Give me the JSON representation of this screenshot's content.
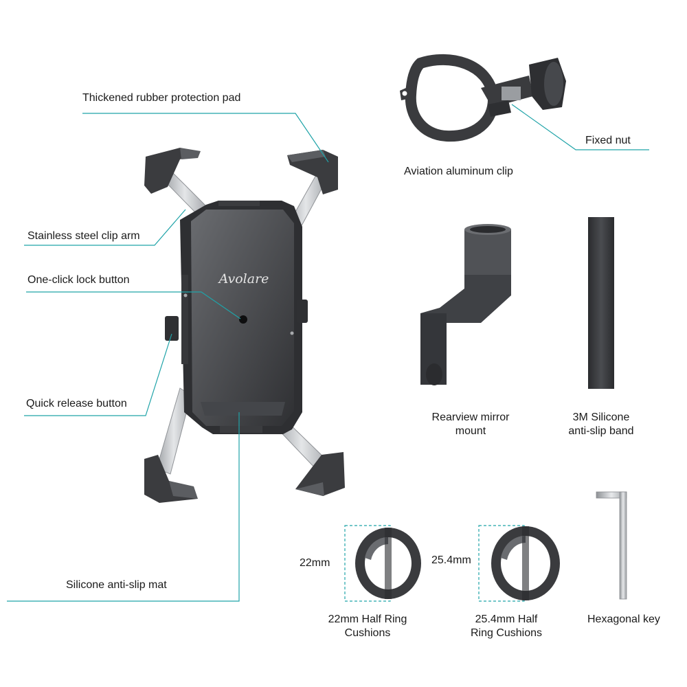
{
  "labels": {
    "pad": "Thickened rubber protection pad",
    "arm": "Stainless steel clip arm",
    "lock": "One-click lock button",
    "quick": "Quick release button",
    "mat": "Silicone anti-slip mat",
    "clip": "Aviation aluminum clip",
    "nut": "Fixed nut",
    "mirror_1": "Rearview mirror",
    "mirror_2": "mount",
    "band_1": "3M Silicone",
    "band_2": "anti-slip band",
    "dim22": "22mm",
    "dim254": "25.4mm",
    "ring22_1": "22mm Half Ring",
    "ring22_2": "Cushions",
    "ring254_1": "25.4mm Half",
    "ring254_2": "Ring Cushions",
    "hex": "Hexagonal key"
  },
  "brand": "Avolare",
  "colors": {
    "leader": "#1fa3a8",
    "body_dark": "#3a3b3e",
    "body_mid": "#55575b",
    "steel": "#c9cbce",
    "dashed": "#1fa3a8"
  },
  "icons": [
    "phone-holder-image",
    "clip-image",
    "mirror-mount-image",
    "silicone-band-image",
    "ring-22-image",
    "ring-254-image",
    "hex-key-image"
  ]
}
